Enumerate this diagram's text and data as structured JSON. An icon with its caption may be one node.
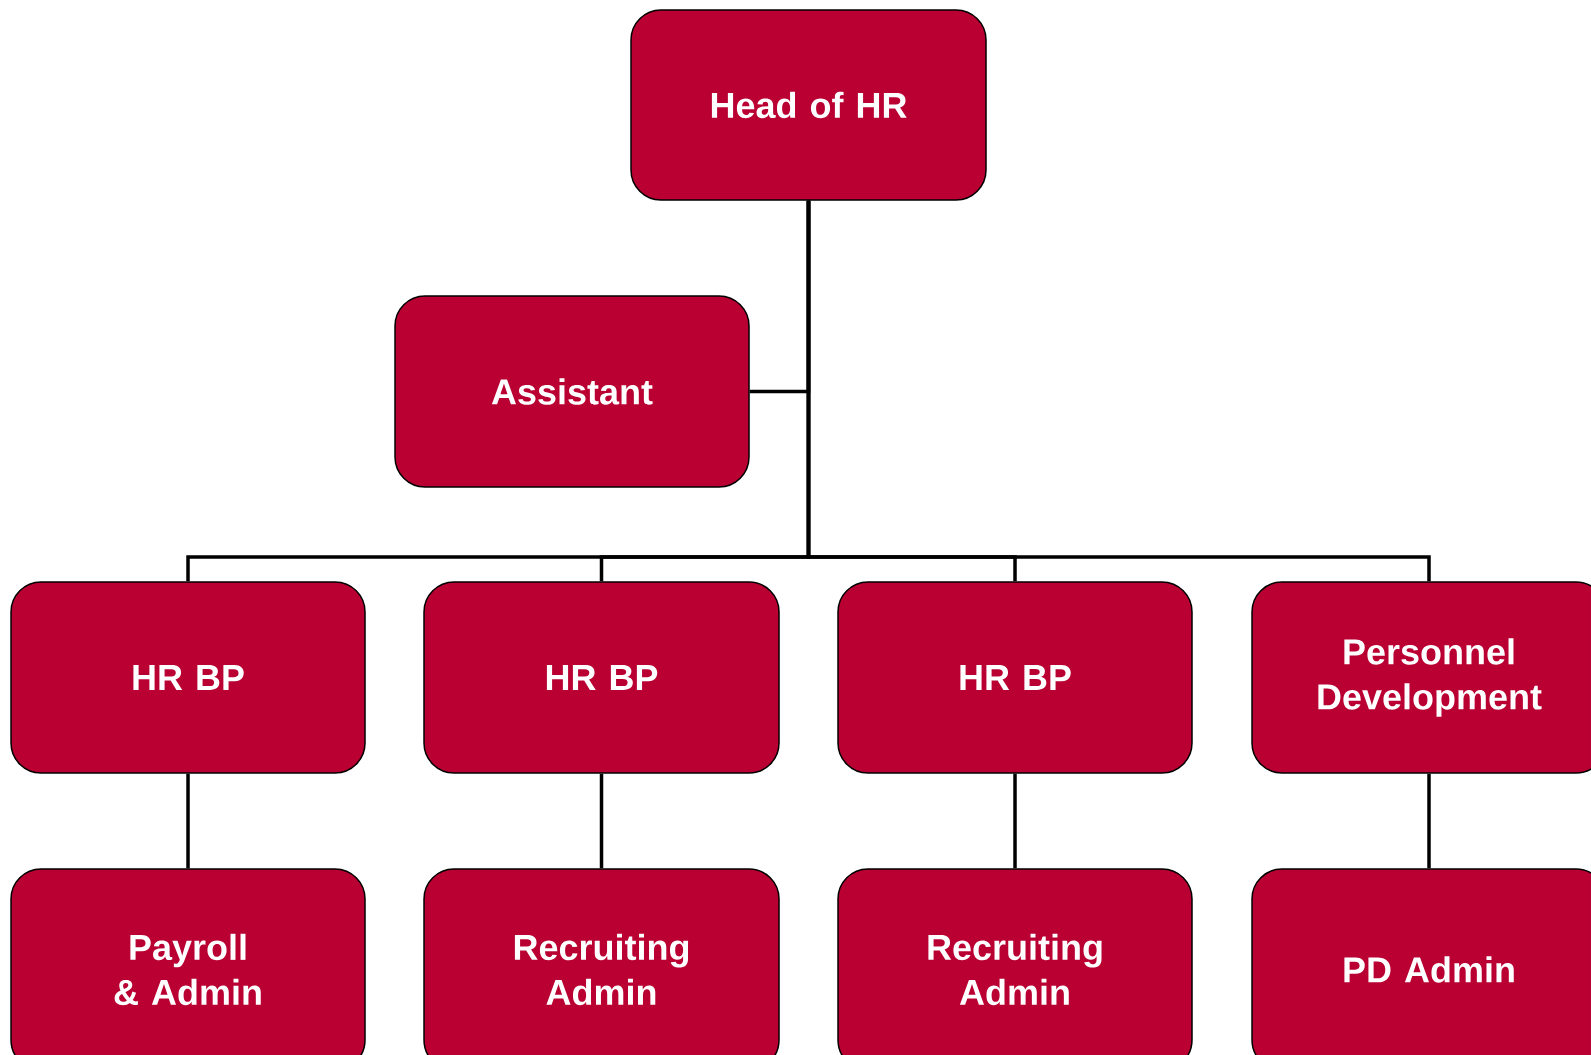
{
  "diagram": {
    "nodes": [
      {
        "text": [
          "Head of HR"
        ]
      },
      {
        "text": [
          "Assistant"
        ]
      },
      {
        "text": [
          "HR BP"
        ]
      },
      {
        "text": [
          "HR BP"
        ]
      },
      {
        "text": [
          "HR BP"
        ]
      },
      {
        "text": [
          "Personnel Development"
        ]
      },
      {
        "text": [
          "Payroll & Admin"
        ]
      },
      {
        "text": [
          "Recruiting Admin"
        ]
      },
      {
        "text": [
          "Recruiting Admin"
        ]
      },
      {
        "text": [
          "PD Admin"
        ]
      }
    ],
    "edges": [
      {
        "from": 0,
        "to": 1,
        "arrow": "none"
      },
      {
        "from": 0,
        "to": 2,
        "arrow": "none"
      },
      {
        "from": 0,
        "to": 3,
        "arrow": "none"
      },
      {
        "from": 0,
        "to": 4,
        "arrow": "none"
      },
      {
        "from": 0,
        "to": 5,
        "arrow": "none"
      },
      {
        "from": 2,
        "to": 6,
        "arrow": "none"
      },
      {
        "from": 3,
        "to": 7,
        "arrow": "none"
      },
      {
        "from": 4,
        "to": 8,
        "arrow": "none"
      },
      {
        "from": 5,
        "to": 9,
        "arrow": "none"
      }
    ]
  }
}
